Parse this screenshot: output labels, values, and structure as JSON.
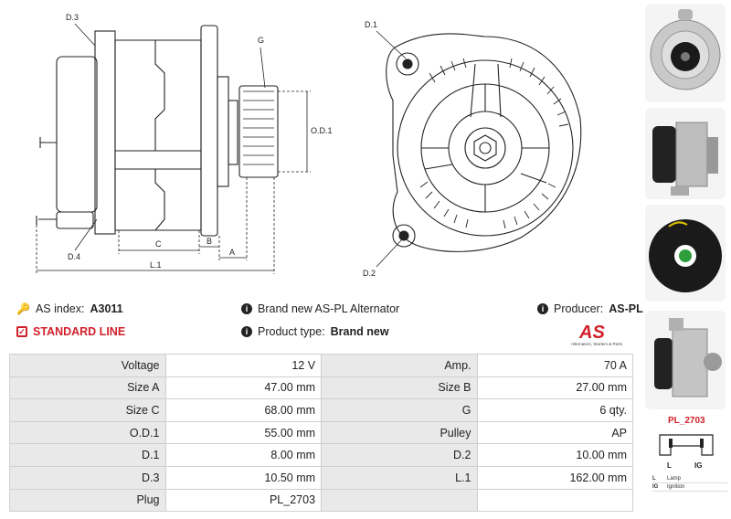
{
  "drawing": {
    "labels": {
      "d3": "D.3",
      "g": "G",
      "d1_top": "D.1",
      "od1": "O.D.1",
      "c": "C",
      "b": "B",
      "a": "A",
      "l1": "L.1",
      "d4": "D.4",
      "d2": "D.2"
    }
  },
  "info": {
    "as_index_label": "AS index:",
    "as_index_value": "A3011",
    "brand_text": "Brand new AS-PL Alternator",
    "producer_label": "Producer:",
    "producer_value": "AS-PL",
    "standard_line": "STANDARD LINE",
    "product_type_label": "Product type:",
    "product_type_value": "Brand new"
  },
  "logo": {
    "mark": "AS",
    "tagline": "Alternators, Starters & Parts"
  },
  "specs": [
    [
      "Voltage",
      "12 V",
      "Amp.",
      "70 A"
    ],
    [
      "Size A",
      "47.00 mm",
      "Size B",
      "27.00 mm"
    ],
    [
      "Size C",
      "68.00 mm",
      "G",
      "6 qty."
    ],
    [
      "O.D.1",
      "55.00 mm",
      "Pulley",
      "AP"
    ],
    [
      "D.1",
      "8.00 mm",
      "D.2",
      "10.00 mm"
    ],
    [
      "D.3",
      "10.50 mm",
      "L.1",
      "162.00 mm"
    ],
    [
      "Plug",
      "PL_2703",
      "",
      ""
    ]
  ],
  "plug": {
    "name": "PL_2703",
    "pin_l": "L",
    "pin_ig": "IG",
    "legend": [
      {
        "code": "L",
        "desc": "Lamp"
      },
      {
        "code": "IG",
        "desc": "Ignition"
      }
    ]
  },
  "colors": {
    "accent": "#d0202a",
    "label_bg": "#e9e9e9",
    "border": "#cfcfcf"
  }
}
